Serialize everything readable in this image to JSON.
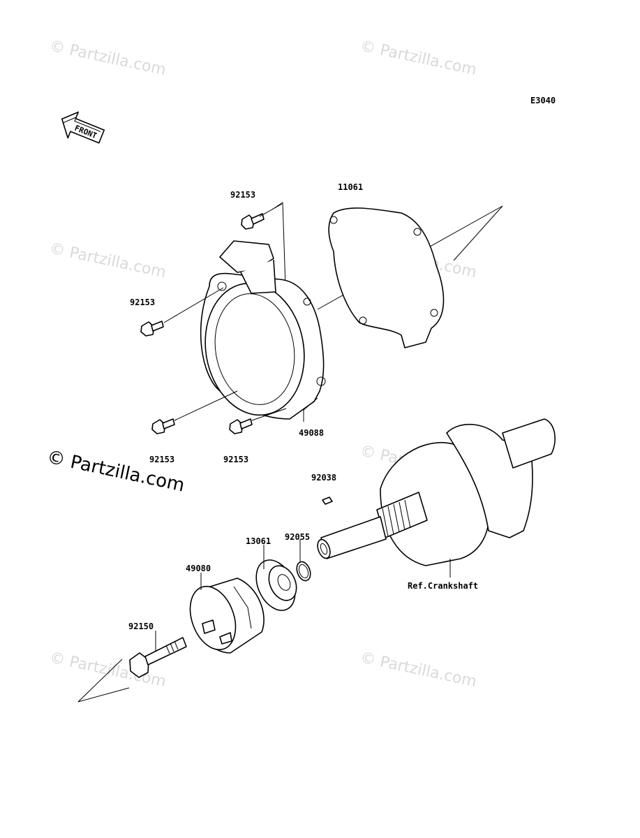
{
  "diagram_code": "E3040",
  "front_label": "FRONT",
  "watermark": "© Partzilla.com",
  "copyright_mark": "© Partzilla.com",
  "parts": {
    "bolt_top": "92153",
    "gasket": "11061",
    "bolt_left": "92153",
    "cover": "49088",
    "bolt_bottom_left": "92153",
    "bolt_bottom_mid": "92153",
    "key": "92038",
    "oring": "92055",
    "flange": "13061",
    "pulley": "49080",
    "bolt_pulley": "92150",
    "crankshaft_ref": "Ref.Crankshaft"
  }
}
